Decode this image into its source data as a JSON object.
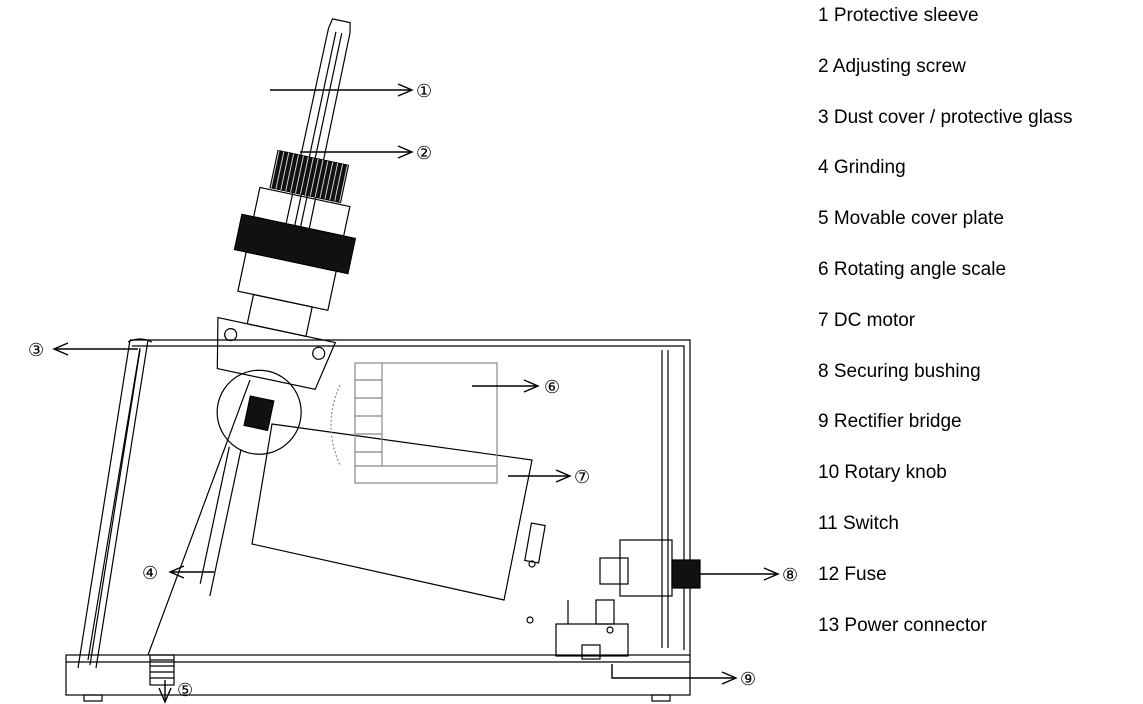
{
  "callouts": [
    "①",
    "②",
    "③",
    "④",
    "⑥",
    "⑦",
    "⑧",
    "⑤",
    "⑨"
  ],
  "parts": [
    "1 Protective sleeve",
    "2 Adjusting screw",
    "3 Dust cover / protective glass",
    "4 Grinding",
    "5 Movable cover plate",
    "6 Rotating angle scale",
    "7 DC motor",
    "8 Securing bushing",
    "9 Rectifier bridge",
    "10 Rotary knob",
    "11 Switch",
    "12 Fuse",
    "13 Power connector"
  ]
}
